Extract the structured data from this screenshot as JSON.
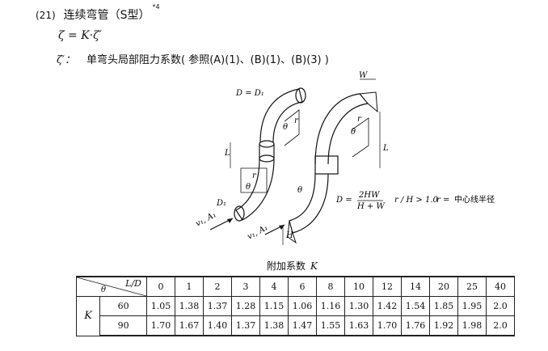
{
  "heading": {
    "number": "(21)",
    "title": "连续弯管（S型）",
    "footnote": "*4"
  },
  "equation": "ζ = K·ζ′",
  "definition": {
    "symbol": "ζ′：",
    "text": "单弯头局部阻力系数( 参照(A)(1)、(B)(1)、(B)(3) )"
  },
  "diagram": {
    "round_duct_label": "D = D₁",
    "label_r_top": "r",
    "label_theta_top": "θ",
    "label_L_left": "L",
    "label_r_bottom": "r",
    "label_theta_bottom": "θ",
    "label_D1": "D₁",
    "label_v1A1_left": "v₁, A₁",
    "label_W": "W",
    "label_r_rect": "r",
    "label_theta_rect_top": "θ",
    "label_L_right": "L",
    "label_theta_rect_bottom": "θ",
    "label_v1A1_right": "v₁, A₁",
    "label_H": "H",
    "label_D_eq": "D =",
    "label_frac_num": "2HW",
    "label_frac_den": "H + W",
    "condition": "r / H > 1.0",
    "r_def_prefix": "r =",
    "r_def_text": "中心线半径"
  },
  "table": {
    "caption_text": "附加系数",
    "caption_symbol": "K",
    "header_ld": "L/D",
    "header_theta": "θ",
    "row_label": "K",
    "columns": [
      "0",
      "1",
      "2",
      "3",
      "4",
      "6",
      "8",
      "10",
      "12",
      "14",
      "20",
      "25",
      "40"
    ],
    "rows": [
      {
        "theta": "60",
        "values": [
          "1.05",
          "1.38",
          "1.37",
          "1.28",
          "1.15",
          "1.06",
          "1.16",
          "1.30",
          "1.42",
          "1.54",
          "1.85",
          "1.95",
          "2.0"
        ]
      },
      {
        "theta": "90",
        "values": [
          "1.70",
          "1.67",
          "1.40",
          "1.37",
          "1.38",
          "1.47",
          "1.55",
          "1.63",
          "1.70",
          "1.76",
          "1.92",
          "1.98",
          "2.0"
        ]
      }
    ]
  }
}
